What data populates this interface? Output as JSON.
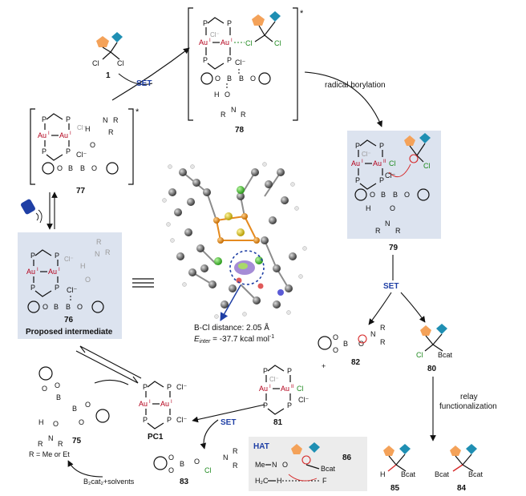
{
  "labels": {
    "set_top": "SET",
    "radical_borylation": "radical borylation",
    "set_right": "SET",
    "set_bottom": "SET",
    "relay": "relay",
    "functionalization": "functionalization",
    "hat": "HAT",
    "proposed": "Proposed intermediate",
    "bcl_distance": "B-Cl distance: 2.05 Å",
    "einter_sym": "E",
    "einter_sub": "inter",
    "einter_val": " = -37.7 kcal mol",
    "einter_sup": "-1",
    "b2cat2": "B₂cat₂+solvents",
    "r_def": "R = Me or Et",
    "star": "*"
  },
  "compounds": {
    "c1": "1",
    "c77": "77",
    "c78": "78",
    "c79": "79",
    "c76": "76",
    "c75": "75",
    "pc1": "PC1",
    "c81": "81",
    "c82": "82",
    "c80": "80",
    "c83": "83",
    "c86": "86",
    "c85": "85",
    "c84": "84"
  },
  "atoms": {
    "P": "P",
    "Au": "Au",
    "AuI": "I",
    "AuII": "II",
    "Cl": "Cl",
    "Clm": "Cl⁻",
    "B": "B",
    "O": "O",
    "N": "N",
    "R": "R",
    "H": "H",
    "Bcat": "Bcat",
    "Me": "Me",
    "H2C": "H₂C",
    "F": "F",
    "plus": "+"
  },
  "colors": {
    "gold": "#b3001b",
    "chlorine": "#1f8a1f",
    "blue": "#1f3fa5",
    "panel": "#dce3ef",
    "pentagon": "#f4a259",
    "diamond": "#1f8fb3",
    "radical": "#d62828"
  }
}
